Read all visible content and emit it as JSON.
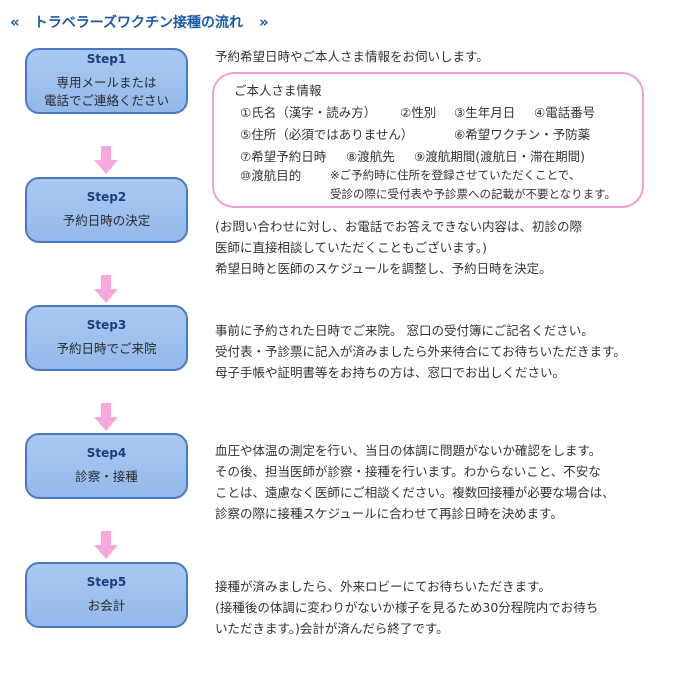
{
  "header": {
    "left_marker": "«",
    "title": "トラベラーズワクチン接種の流れ",
    "right_marker": "»"
  },
  "steps": [
    {
      "num": "Step1",
      "label_lines": [
        "専用メールまたは",
        "電話でご連絡ください"
      ]
    },
    {
      "num": "Step2",
      "label_lines": [
        "予約日時の決定"
      ]
    },
    {
      "num": "Step3",
      "label_lines": [
        "予約日時でご来院"
      ]
    },
    {
      "num": "Step4",
      "label_lines": [
        "診察・接種"
      ]
    },
    {
      "num": "Step5",
      "label_lines": [
        "お会計"
      ]
    }
  ],
  "step1_desc": "予約希望日時やご本人さま情報をお伺いします。",
  "info_box": {
    "title": "ご本人さま情報",
    "items": [
      "①氏名（漢字・読み方）",
      "②性別",
      "③生年月日",
      "④電話番号",
      "⑤住所（必須ではありません）",
      "⑥希望ワクチン・予防薬",
      "⑦希望予約日時",
      "⑧渡航先",
      "⑨渡航期間(渡航日・滞在期間)",
      "⑩渡航目的"
    ],
    "note_lines": [
      "※ご予約時に住所を登録させていただくことで、",
      "受診の際に受付表や予診票への記載が不要となります。"
    ]
  },
  "step2_desc": [
    " (お問い合わせに対し、お電話でお答えできない内容は、初診の際",
    "医師に直接相談していただくこともございます。)",
    "希望日時と医師のスケジュールを調整し、予約日時を決定。"
  ],
  "step3_desc": [
    "事前に予約された日時でご来院。 窓口の受付簿にご記名ください。",
    "受付表・予診票に記入が済みましたら外来待合にてお待ちいただきます。",
    "母子手帳や証明書等をお持ちの方は、窓口でお出しください。"
  ],
  "step4_desc": [
    "血圧や体温の測定を行い、当日の体調に問題がないか確認をします。",
    "その後、担当医師が診察・接種を行います。わからないこと、不安な",
    "ことは、遠慮なく医師にご相談ください。複数回接種が必要な場合は、",
    "診察の際に接種スケジュールに合わせて再診日時を決めます。"
  ],
  "step5_desc": [
    "接種が済みましたら、外来ロビーにてお待ちいただきます。",
    "(接種後の体調に変わりがないか様子を見るため30分程院内でお待ち",
    "いただきます。)会計が済んだら終了です。"
  ],
  "colors": {
    "header_text": "#1a5aa8",
    "step_fill": "#a9c9f2",
    "step_border": "#4a79c4",
    "arrow": "#f7a8dc",
    "info_border": "#f19ed3"
  }
}
